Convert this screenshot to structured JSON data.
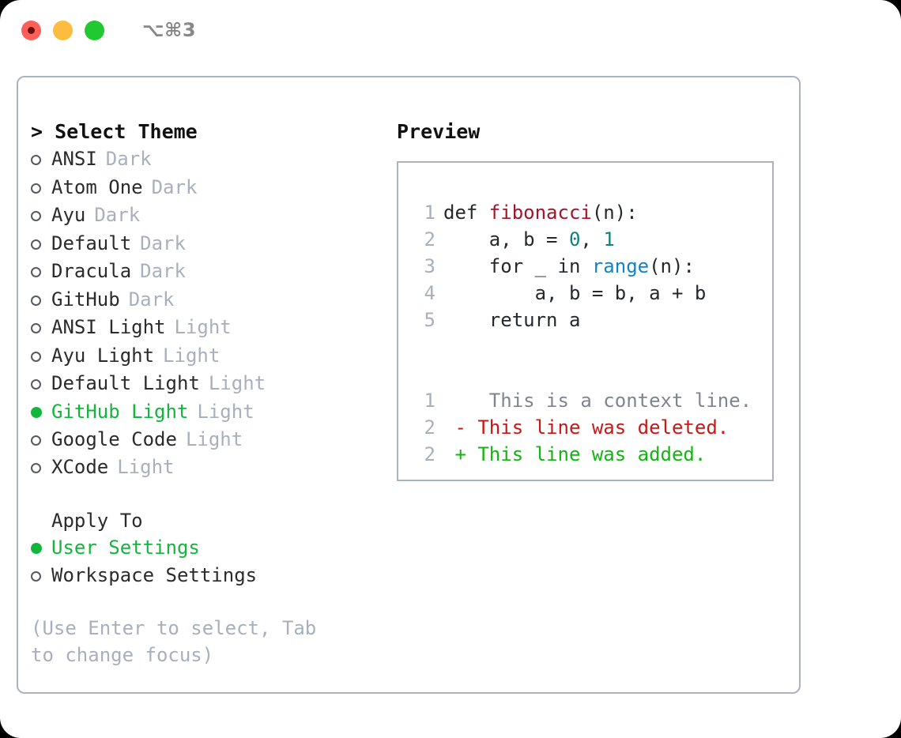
{
  "titlebar": {
    "shortcut": "⌥⌘3",
    "buttons": [
      {
        "name": "close",
        "color": "#fc6058"
      },
      {
        "name": "minimize",
        "color": "#fdbc40"
      },
      {
        "name": "zoom",
        "color": "#21c831"
      }
    ]
  },
  "left": {
    "heading": "> Select Theme",
    "themes": [
      {
        "label": "ANSI",
        "tag": "Dark",
        "selected": false
      },
      {
        "label": "Atom One",
        "tag": "Dark",
        "selected": false
      },
      {
        "label": "Ayu",
        "tag": "Dark",
        "selected": false
      },
      {
        "label": "Default",
        "tag": "Dark",
        "selected": false
      },
      {
        "label": "Dracula",
        "tag": "Dark",
        "selected": false
      },
      {
        "label": "GitHub",
        "tag": "Dark",
        "selected": false
      },
      {
        "label": "ANSI Light",
        "tag": "Light",
        "selected": false
      },
      {
        "label": "Ayu Light",
        "tag": "Light",
        "selected": false
      },
      {
        "label": "Default Light",
        "tag": "Light",
        "selected": false
      },
      {
        "label": "GitHub Light",
        "tag": "Light",
        "selected": true
      },
      {
        "label": "Google Code",
        "tag": "Light",
        "selected": false
      },
      {
        "label": "XCode",
        "tag": "Light",
        "selected": false
      }
    ],
    "apply_to_title": "Apply To",
    "apply_to_options": [
      {
        "label": "User Settings",
        "selected": true
      },
      {
        "label": "Workspace Settings",
        "selected": false
      }
    ],
    "hint": "(Use Enter to select, Tab to change focus)"
  },
  "right": {
    "heading": "Preview",
    "code_lines": [
      {
        "num": "1",
        "segments": [
          {
            "text": "def ",
            "tok": "tok-plain"
          },
          {
            "text": "fibonacci",
            "tok": "tok-fn"
          },
          {
            "text": "(n):",
            "tok": "tok-plain"
          }
        ]
      },
      {
        "num": "2",
        "segments": [
          {
            "text": "    a, b = ",
            "tok": "tok-plain"
          },
          {
            "text": "0",
            "tok": "tok-num"
          },
          {
            "text": ", ",
            "tok": "tok-plain"
          },
          {
            "text": "1",
            "tok": "tok-num"
          }
        ]
      },
      {
        "num": "3",
        "segments": [
          {
            "text": "    for _ in ",
            "tok": "tok-plain"
          },
          {
            "text": "range",
            "tok": "tok-call"
          },
          {
            "text": "(n):",
            "tok": "tok-plain"
          }
        ]
      },
      {
        "num": "4",
        "segments": [
          {
            "text": "        a, b = b, a + b",
            "tok": "tok-plain"
          }
        ]
      },
      {
        "num": "5",
        "segments": [
          {
            "text": "    return a",
            "tok": "tok-plain"
          }
        ]
      }
    ],
    "diff_lines": [
      {
        "num": "1",
        "marker": " ",
        "text": "  This is a context line.",
        "kind": "diff-ctx"
      },
      {
        "num": "2",
        "marker": "-",
        "text": " This line was deleted.",
        "kind": "diff-del"
      },
      {
        "num": "2",
        "marker": "+",
        "text": " This line was added.",
        "kind": "diff-add"
      }
    ]
  },
  "colors": {
    "accent_green": "#13b63d",
    "muted": "#a8b0bd",
    "border": "#aab3c0",
    "fn": "#a0152b",
    "num": "#13807e",
    "call": "#1184c4",
    "diff_add": "#12b512",
    "diff_del": "#cc1616"
  }
}
